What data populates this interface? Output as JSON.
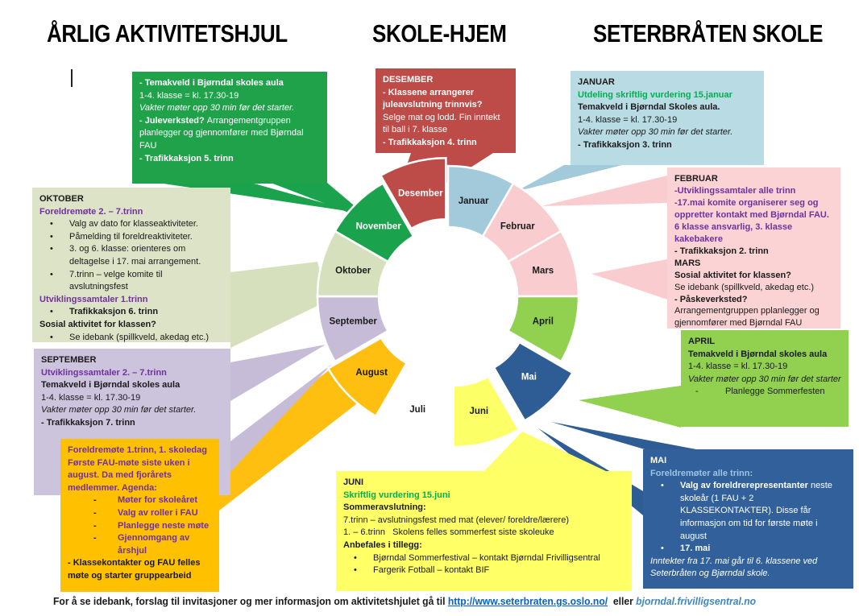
{
  "palette": {
    "green": "#00B050",
    "purple": "#7030A0",
    "lightblue": "#9DC3E6",
    "link_blue": "#0563C1",
    "link_blue2": "#3E86C6"
  },
  "titles": {
    "left": "ÅRLIG AKTIVITETSHJUL",
    "center": "SKOLE-HJEM",
    "right": "SETERBRÅTEN SKOLE"
  },
  "wheel": {
    "months": [
      {
        "name": "Januar",
        "color": "#A2CADB",
        "label_color": "#1a1a1a",
        "explode": 0
      },
      {
        "name": "Februar",
        "color": "#F9CDD0",
        "label_color": "#1a1a1a",
        "explode": 0
      },
      {
        "name": "Mars",
        "color": "#F9CDD0",
        "label_color": "#1a1a1a",
        "explode": 0
      },
      {
        "name": "April",
        "color": "#92D050",
        "label_color": "#1a1a1a",
        "explode": 0
      },
      {
        "name": "Mai",
        "color": "#2E5D95",
        "label_color": "#ffffff",
        "explode": 20
      },
      {
        "name": "Juni",
        "color": "#FDFF66",
        "label_color": "#1a1a1a",
        "explode": 26
      },
      {
        "name": "Juli",
        "color": null,
        "label_color": "#1a1a1a",
        "explode": 0
      },
      {
        "name": "August",
        "color": "#FEBF10",
        "label_color": "#1a1a1a",
        "explode": 12
      },
      {
        "name": "September",
        "color": "#C6BCD7",
        "label_color": "#1a1a1a",
        "explode": 0
      },
      {
        "name": "Oktober",
        "color": "#D7E0BC",
        "label_color": "#1a1a1a",
        "explode": 0
      },
      {
        "name": "November",
        "color": "#1AA34C",
        "label_color": "#ffffff",
        "explode": 0
      },
      {
        "name": "Desember",
        "color": "#BD4B47",
        "label_color": "#ffffff",
        "explode": 10
      }
    ]
  },
  "boxes": {
    "november": {
      "bg": "#1FA24A",
      "fg": "#ffffff",
      "lines": [
        {
          "runs": [
            {
              "t": "- Temakveld i Bjørndal skoles aula",
              "b": true
            }
          ]
        },
        {
          "runs": [
            {
              "t": "1-4. klasse = kl. 17.30-19"
            }
          ]
        },
        {
          "runs": [
            {
              "t": "Vakter møter opp 30 min før det starter.",
              "i": true
            }
          ]
        },
        {
          "runs": [
            {
              "t": "- Juleverksted? ",
              "b": true
            },
            {
              "t": "Arrangementgruppen planlegger og gjennomfører med Bjørndal FAU"
            }
          ]
        },
        {
          "runs": [
            {
              "t": "- Trafikkaksjon 5. trinn",
              "b": true
            }
          ]
        }
      ]
    },
    "desember": {
      "bg": "#BD4B47",
      "fg": "#ffffff",
      "lines": [
        {
          "runs": [
            {
              "t": "DESEMBER",
              "b": true
            }
          ]
        },
        {
          "runs": [
            {
              "t": "- Klassene arrangerer juleavslutning trinnvis?",
              "b": true
            }
          ]
        },
        {
          "runs": [
            {
              "t": "Selge mat og lodd. Fin inntekt til ball i 7. klasse"
            }
          ]
        },
        {
          "runs": [
            {
              "t": "- Trafikkaksjon 4. trinn",
              "b": true
            }
          ]
        }
      ]
    },
    "januar": {
      "bg": "#B9DCE4",
      "fg": "#1a1a1a",
      "lines": [
        {
          "runs": [
            {
              "t": "JANUAR",
              "b": true
            }
          ]
        },
        {
          "runs": [
            {
              "t": "Utdeling skriftlig vurdering 15.januar",
              "b": true,
              "c": "green"
            }
          ]
        },
        {
          "runs": [
            {
              "t": "Temakveld i Bjørndal Skoles aula.",
              "b": true
            }
          ]
        },
        {
          "runs": [
            {
              "t": "1-4. klasse = kl. 17.30-19"
            }
          ]
        },
        {
          "runs": [
            {
              "t": "Vakter møter opp 30 min før det starter.",
              "i": true
            }
          ]
        },
        {
          "runs": [
            {
              "t": "- Trafikkaksjon 3. trinn",
              "b": true
            }
          ]
        }
      ]
    },
    "februar": {
      "bg": "#FBD3D5",
      "fg": "#1a1a1a",
      "lines": [
        {
          "runs": [
            {
              "t": "FEBRUAR",
              "b": true
            }
          ]
        },
        {
          "runs": [
            {
              "t": "-Utviklingssamtaler alle trinn",
              "b": true,
              "c": "purple"
            }
          ]
        },
        {
          "runs": [
            {
              "t": "-17.mai komite organiserer seg og oppretter kontakt med Bjørndal FAU. 6 klasse ansvarlig, 3. klasse kakebakere",
              "b": true,
              "c": "purple"
            }
          ]
        },
        {
          "runs": [
            {
              "t": "- Trafikkaksjon 2. trinn",
              "b": true
            }
          ]
        },
        {
          "runs": [
            {
              "t": "MARS",
              "b": true
            }
          ]
        },
        {
          "runs": [
            {
              "t": "Sosial aktivitet for klassen?",
              "b": true
            }
          ]
        },
        {
          "runs": [
            {
              "t": "Se idebank (spillkveld, akedag etc.)"
            }
          ]
        },
        {
          "runs": [
            {
              "t": "- Påskeverksted?",
              "b": true
            }
          ]
        },
        {
          "runs": [
            {
              "t": "Arrangementgruppen pplanlegger og gjennomfører med Bjørndal FAU"
            }
          ]
        }
      ]
    },
    "april": {
      "bg": "#92D050",
      "fg": "#1a1a1a",
      "lines": [
        {
          "runs": [
            {
              "t": "APRIL",
              "b": true
            }
          ]
        },
        {
          "runs": [
            {
              "t": "Temakveld i Bjørndal skoles aula",
              "b": true
            }
          ]
        },
        {
          "runs": [
            {
              "t": "1-4. klasse = kl. 17.30-19"
            }
          ]
        },
        {
          "runs": [
            {
              "t": "Vakter møter opp 30 min før det starter",
              "i": true
            }
          ]
        },
        {
          "marker": "dash2",
          "runs": [
            {
              "t": "Planlegge Sommerfesten"
            }
          ]
        }
      ]
    },
    "mai": {
      "bg": "#31609B",
      "fg": "#ffffff",
      "lines": [
        {
          "runs": [
            {
              "t": "MAI",
              "b": true
            }
          ]
        },
        {
          "runs": [
            {
              "t": "Foreldremøter alle trinn:",
              "b": true,
              "c": "lightblue"
            }
          ]
        },
        {
          "marker": "bullet",
          "runs": [
            {
              "t": "Valg av foreldrerepresentanter ",
              "b": true
            },
            {
              "t": "neste skoleår (1 FAU + 2 KLASSEKONTAKTER). Disse får informasjon om tid for første møte i august"
            }
          ]
        },
        {
          "marker": "bullet",
          "runs": [
            {
              "t": "17. mai",
              "b": true
            }
          ]
        },
        {
          "runs": [
            {
              "t": "Inntekter fra 17. mai går til 6. klassene ved Seterbråten og Bjørndal skole.",
              "i": true
            }
          ]
        }
      ]
    },
    "juni": {
      "bg": "#FFFF66",
      "fg": "#1a1a1a",
      "lines": [
        {
          "runs": [
            {
              "t": "JUNI",
              "b": true
            }
          ]
        },
        {
          "runs": [
            {
              "t": "Skriftlig vurdering 15.juni",
              "b": true,
              "c": "green"
            }
          ]
        },
        {
          "runs": [
            {
              "t": "Sommeravslutning:",
              "b": true
            }
          ]
        },
        {
          "runs": [
            {
              "t": "7.trinn – avslutningsfest med mat (elever/ foreldre/lærere)"
            }
          ]
        },
        {
          "runs": [
            {
              "t": "1. – 6.trinn   Skolens felles sommerfest siste skoleuke"
            }
          ]
        },
        {
          "runs": [
            {
              "t": "Anbefales i tillegg:",
              "b": true
            }
          ]
        },
        {
          "marker": "bullet",
          "runs": [
            {
              "t": "Bjørndal Sommerfestival – kontakt Bjørndal Frivilligsentral"
            }
          ]
        },
        {
          "marker": "bullet",
          "runs": [
            {
              "t": "Fargerik Fotball – kontakt BIF"
            }
          ]
        }
      ]
    },
    "august": {
      "bg": "#FFC000",
      "fg": "#1a1a1a",
      "lines": [
        {
          "runs": [
            {
              "t": "Foreldremøte 1.trinn, 1. skoledag",
              "b": true,
              "c": "purple"
            }
          ]
        },
        {
          "runs": [
            {
              "t": "Første FAU-møte siste uken i august. Da med fjorårets medlemmer. Agenda:",
              "b": true,
              "c": "purple"
            }
          ]
        },
        {
          "marker": "dash",
          "runs": [
            {
              "t": "Møter for skoleåret",
              "b": true,
              "c": "purple"
            }
          ]
        },
        {
          "marker": "dash",
          "runs": [
            {
              "t": "Valg av roller i FAU",
              "b": true,
              "c": "purple"
            }
          ]
        },
        {
          "marker": "dash",
          "runs": [
            {
              "t": "Planlegge neste møte",
              "b": true,
              "c": "purple"
            }
          ]
        },
        {
          "marker": "dash",
          "runs": [
            {
              "t": "Gjennomgang av årshjul",
              "b": true,
              "c": "purple"
            }
          ]
        },
        {
          "runs": [
            {
              "t": "- Klassekontakter og FAU felles møte og starter gruppearbeid",
              "b": true
            }
          ]
        }
      ]
    },
    "september": {
      "bg": "#CCC3DC",
      "fg": "#1a1a1a",
      "lines": [
        {
          "runs": [
            {
              "t": "SEPTEMBER",
              "b": true
            }
          ]
        },
        {
          "runs": [
            {
              "t": "Utviklingssamtaler 2. – 7.trinn",
              "b": true,
              "c": "purple"
            }
          ]
        },
        {
          "runs": [
            {
              "t": "Temakveld i Bjørndal skoles aula",
              "b": true
            }
          ]
        },
        {
          "runs": [
            {
              "t": "1-4. klasse = kl. 17.30-19"
            }
          ]
        },
        {
          "runs": [
            {
              "t": "Vakter møter opp 30 min før det starter.",
              "i": true
            }
          ]
        },
        {
          "runs": [
            {
              "t": "- Trafikkaksjon 7. trinn",
              "b": true
            }
          ]
        }
      ]
    },
    "oktober": {
      "bg": "#DCE3C6",
      "fg": "#1a1a1a",
      "lines": [
        {
          "runs": [
            {
              "t": "OKTOBER",
              "b": true
            }
          ]
        },
        {
          "runs": [
            {
              "t": "Foreldremøte 2. – 7.trinn",
              "b": true,
              "c": "purple"
            }
          ]
        },
        {
          "marker": "bullet",
          "runs": [
            {
              "t": "Valg av dato for klasseaktiviteter."
            }
          ]
        },
        {
          "marker": "bullet",
          "runs": [
            {
              "t": "Påmelding til foreldreaktiviteter."
            }
          ]
        },
        {
          "marker": "bullet",
          "runs": [
            {
              "t": "3. og 6. klasse: orienteres om deltagelse i 17. mai arrangement."
            }
          ]
        },
        {
          "marker": "bullet",
          "runs": [
            {
              "t": "7.trinn – velge komite til avslutningsfest"
            }
          ]
        },
        {
          "runs": [
            {
              "t": "Utviklingssamtaler 1.trinn",
              "b": true,
              "c": "purple"
            }
          ]
        },
        {
          "marker": "bullet",
          "runs": [
            {
              "t": "Trafikkaksjon 6. trinn",
              "b": true
            }
          ]
        },
        {
          "runs": [
            {
              "t": "Sosial aktivitet for klassen?",
              "b": true
            }
          ]
        },
        {
          "marker": "bullet",
          "runs": [
            {
              "t": "Se idebank (spillkveld, akedag etc.)"
            }
          ]
        }
      ]
    }
  },
  "footer": {
    "prefix": "For å se idebank, forslag til invitasjoner og mer informasjon om aktivitetshjulet gå til ",
    "link1": "http://www.seterbraten.gs.oslo.no/",
    "middle": "  eller ",
    "link2": "bjorndal.frivilligsentral.no"
  }
}
